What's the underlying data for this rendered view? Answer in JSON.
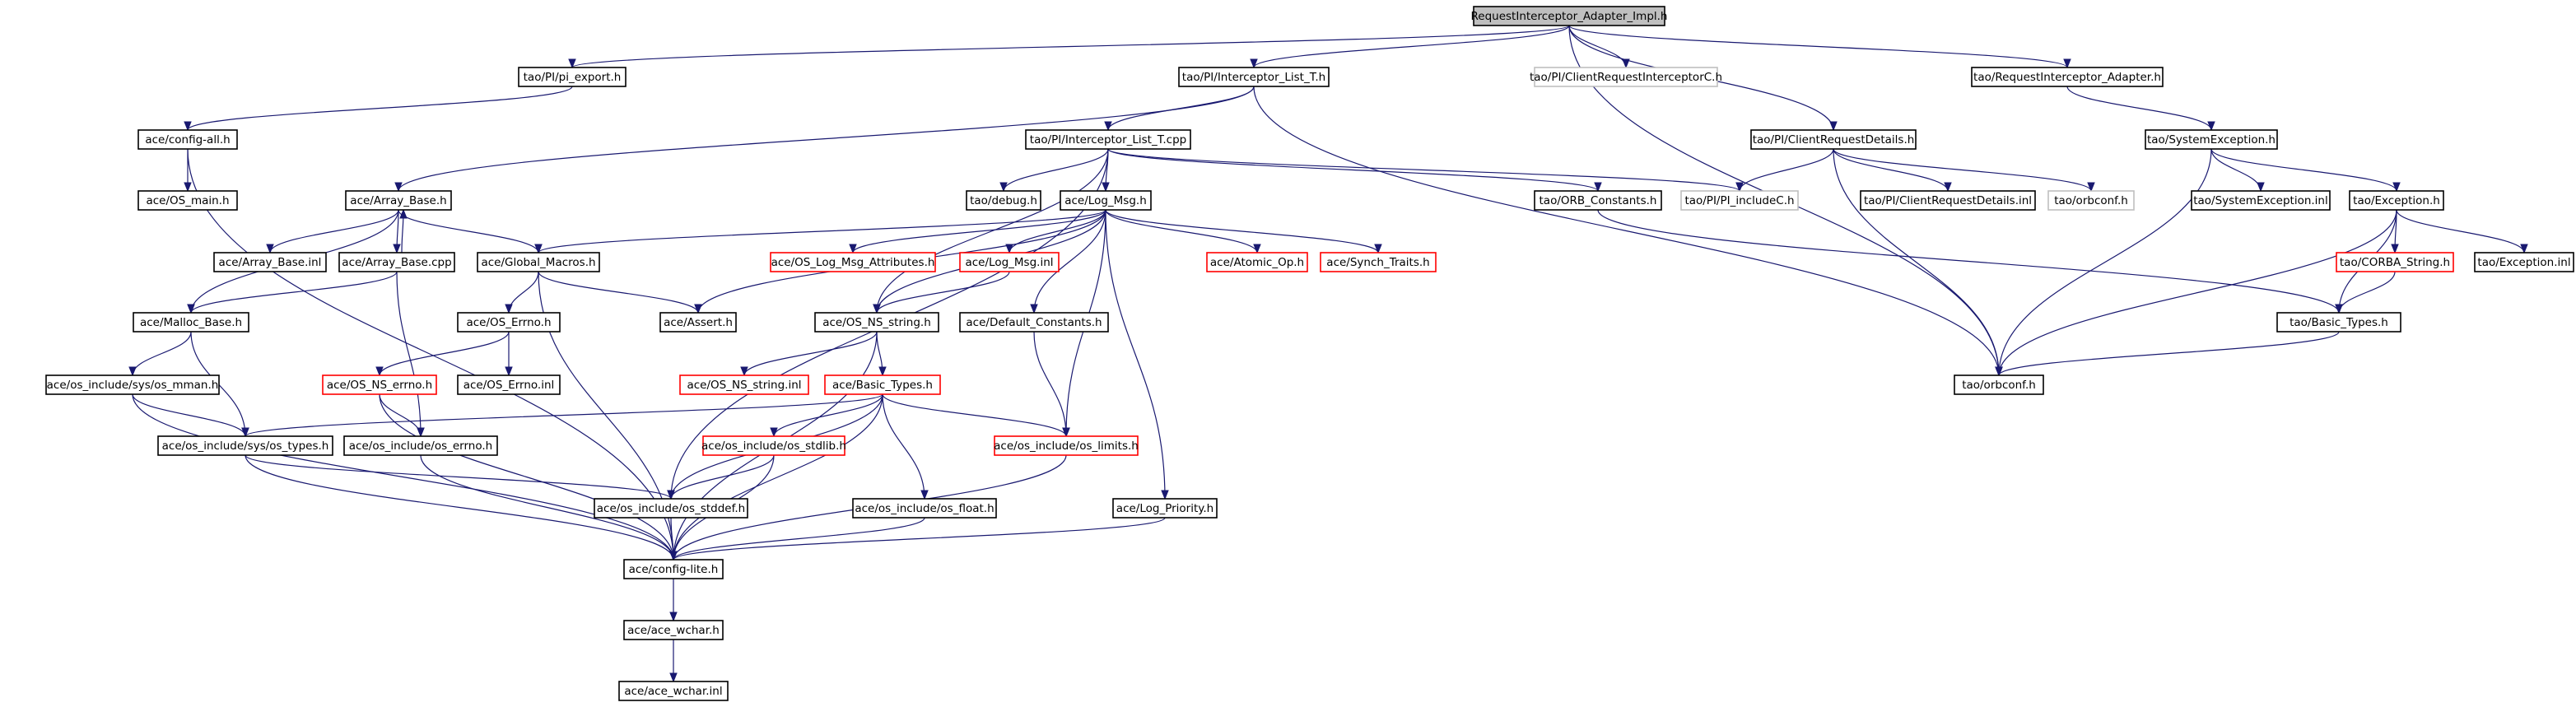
{
  "colors": {
    "edge": "#191970",
    "root_fill": "#bfbfbf",
    "normal_border": "#000000",
    "red_border": "#ff0000",
    "gray_border": "#bfbfbf",
    "background": "#ffffff"
  },
  "graph": {
    "nodes": [
      {
        "id": "root",
        "label": "RequestInterceptor_Adapter_Impl.h",
        "style": "root"
      },
      {
        "id": "pi_export",
        "label": "tao/PI/pi_export.h",
        "style": "normal"
      },
      {
        "id": "interceptor_list_h",
        "label": "tao/PI/Interceptor_List_T.h",
        "style": "normal"
      },
      {
        "id": "client_ri_c",
        "label": "tao/PI/ClientRequestInterceptorC.h",
        "style": "gray"
      },
      {
        "id": "ri_adapter",
        "label": "tao/RequestInterceptor_Adapter.h",
        "style": "normal"
      },
      {
        "id": "config_all",
        "label": "ace/config-all.h",
        "style": "normal"
      },
      {
        "id": "interceptor_list_cpp",
        "label": "tao/PI/Interceptor_List_T.cpp",
        "style": "normal"
      },
      {
        "id": "client_rd_h",
        "label": "tao/PI/ClientRequestDetails.h",
        "style": "normal"
      },
      {
        "id": "system_exception_h",
        "label": "tao/SystemException.h",
        "style": "normal"
      },
      {
        "id": "os_main",
        "label": "ace/OS_main.h",
        "style": "normal"
      },
      {
        "id": "array_base_h",
        "label": "ace/Array_Base.h",
        "style": "normal"
      },
      {
        "id": "debug_h",
        "label": "tao/debug.h",
        "style": "normal"
      },
      {
        "id": "log_msg_h",
        "label": "ace/Log_Msg.h",
        "style": "normal"
      },
      {
        "id": "orb_constants",
        "label": "tao/ORB_Constants.h",
        "style": "normal"
      },
      {
        "id": "pi_includec",
        "label": "tao/PI/PI_includeC.h",
        "style": "gray"
      },
      {
        "id": "client_rd_inl",
        "label": "tao/PI/ClientRequestDetails.inl",
        "style": "normal"
      },
      {
        "id": "orbconf_gray",
        "label": "tao/orbconf.h",
        "style": "gray"
      },
      {
        "id": "system_exception_inl",
        "label": "tao/SystemException.inl",
        "style": "normal"
      },
      {
        "id": "exception_h",
        "label": "tao/Exception.h",
        "style": "normal"
      },
      {
        "id": "array_base_inl",
        "label": "ace/Array_Base.inl",
        "style": "normal"
      },
      {
        "id": "array_base_cpp",
        "label": "ace/Array_Base.cpp",
        "style": "normal"
      },
      {
        "id": "global_macros",
        "label": "ace/Global_Macros.h",
        "style": "normal"
      },
      {
        "id": "os_log_msg_attr",
        "label": "ace/OS_Log_Msg_Attributes.h",
        "style": "red"
      },
      {
        "id": "log_msg_inl",
        "label": "ace/Log_Msg.inl",
        "style": "red"
      },
      {
        "id": "atomic_op",
        "label": "ace/Atomic_Op.h",
        "style": "red"
      },
      {
        "id": "synch_traits",
        "label": "ace/Synch_Traits.h",
        "style": "red"
      },
      {
        "id": "corba_string",
        "label": "tao/CORBA_String.h",
        "style": "red"
      },
      {
        "id": "exception_inl",
        "label": "tao/Exception.inl",
        "style": "normal"
      },
      {
        "id": "malloc_base",
        "label": "ace/Malloc_Base.h",
        "style": "normal"
      },
      {
        "id": "os_errno_h",
        "label": "ace/OS_Errno.h",
        "style": "normal"
      },
      {
        "id": "assert_h",
        "label": "ace/Assert.h",
        "style": "normal"
      },
      {
        "id": "os_ns_string_h",
        "label": "ace/OS_NS_string.h",
        "style": "normal"
      },
      {
        "id": "default_constants",
        "label": "ace/Default_Constants.h",
        "style": "normal"
      },
      {
        "id": "tao_basic_types",
        "label": "tao/Basic_Types.h",
        "style": "normal"
      },
      {
        "id": "sys_os_mman",
        "label": "ace/os_include/sys/os_mman.h",
        "style": "normal"
      },
      {
        "id": "os_ns_errno",
        "label": "ace/OS_NS_errno.h",
        "style": "red"
      },
      {
        "id": "os_errno_inl",
        "label": "ace/OS_Errno.inl",
        "style": "normal"
      },
      {
        "id": "os_ns_string_inl",
        "label": "ace/OS_NS_string.inl",
        "style": "red"
      },
      {
        "id": "ace_basic_types",
        "label": "ace/Basic_Types.h",
        "style": "red"
      },
      {
        "id": "orbconf",
        "label": "tao/orbconf.h",
        "style": "normal"
      },
      {
        "id": "sys_os_types",
        "label": "ace/os_include/sys/os_types.h",
        "style": "normal"
      },
      {
        "id": "os_include_errno",
        "label": "ace/os_include/os_errno.h",
        "style": "normal"
      },
      {
        "id": "os_stdlib",
        "label": "ace/os_include/os_stdlib.h",
        "style": "red"
      },
      {
        "id": "os_limits",
        "label": "ace/os_include/os_limits.h",
        "style": "red"
      },
      {
        "id": "os_stddef",
        "label": "ace/os_include/os_stddef.h",
        "style": "normal"
      },
      {
        "id": "os_float",
        "label": "ace/os_include/os_float.h",
        "style": "normal"
      },
      {
        "id": "log_priority",
        "label": "ace/Log_Priority.h",
        "style": "normal"
      },
      {
        "id": "config_lite",
        "label": "ace/config-lite.h",
        "style": "normal"
      },
      {
        "id": "ace_wchar_h",
        "label": "ace/ace_wchar.h",
        "style": "normal"
      },
      {
        "id": "ace_wchar_inl",
        "label": "ace/ace_wchar.inl",
        "style": "normal"
      }
    ],
    "edges": [
      [
        "root",
        "pi_export"
      ],
      [
        "root",
        "interceptor_list_h"
      ],
      [
        "root",
        "client_ri_c"
      ],
      [
        "root",
        "client_rd_h"
      ],
      [
        "root",
        "ri_adapter"
      ],
      [
        "root",
        "orbconf"
      ],
      [
        "pi_export",
        "config_all"
      ],
      [
        "config_all",
        "os_main"
      ],
      [
        "config_all",
        "config_lite"
      ],
      [
        "interceptor_list_h",
        "interceptor_list_cpp"
      ],
      [
        "interceptor_list_h",
        "array_base_h"
      ],
      [
        "interceptor_list_h",
        "orbconf"
      ],
      [
        "interceptor_list_cpp",
        "debug_h"
      ],
      [
        "interceptor_list_cpp",
        "log_msg_h"
      ],
      [
        "interceptor_list_cpp",
        "orb_constants"
      ],
      [
        "interceptor_list_cpp",
        "pi_includec"
      ],
      [
        "interceptor_list_cpp",
        "os_ns_string_h"
      ],
      [
        "interceptor_list_cpp",
        "os_stddef"
      ],
      [
        "client_rd_h",
        "pi_includec"
      ],
      [
        "client_rd_h",
        "client_rd_inl"
      ],
      [
        "client_rd_h",
        "orbconf_gray"
      ],
      [
        "client_rd_h",
        "orbconf"
      ],
      [
        "ri_adapter",
        "system_exception_h"
      ],
      [
        "system_exception_h",
        "system_exception_inl"
      ],
      [
        "system_exception_h",
        "exception_h"
      ],
      [
        "system_exception_h",
        "orbconf"
      ],
      [
        "exception_h",
        "corba_string"
      ],
      [
        "exception_h",
        "exception_inl"
      ],
      [
        "exception_h",
        "tao_basic_types"
      ],
      [
        "exception_h",
        "orbconf"
      ],
      [
        "corba_string",
        "tao_basic_types"
      ],
      [
        "orb_constants",
        "tao_basic_types"
      ],
      [
        "tao_basic_types",
        "orbconf"
      ],
      [
        "array_base_h",
        "array_base_inl"
      ],
      [
        "array_base_h",
        "array_base_cpp"
      ],
      [
        "array_base_h",
        "global_macros"
      ],
      [
        "array_base_h",
        "malloc_base"
      ],
      [
        "array_base_cpp",
        "array_base_h"
      ],
      [
        "array_base_cpp",
        "malloc_base"
      ],
      [
        "array_base_cpp",
        "os_include_errno"
      ],
      [
        "log_msg_h",
        "global_macros"
      ],
      [
        "log_msg_h",
        "os_log_msg_attr"
      ],
      [
        "log_msg_h",
        "log_msg_inl"
      ],
      [
        "log_msg_h",
        "atomic_op"
      ],
      [
        "log_msg_h",
        "synch_traits"
      ],
      [
        "log_msg_h",
        "default_constants"
      ],
      [
        "log_msg_h",
        "assert_h"
      ],
      [
        "log_msg_h",
        "os_ns_string_h"
      ],
      [
        "log_msg_h",
        "os_limits"
      ],
      [
        "log_msg_h",
        "log_priority"
      ],
      [
        "log_msg_inl",
        "os_ns_string_h"
      ],
      [
        "global_macros",
        "os_errno_h"
      ],
      [
        "global_macros",
        "assert_h"
      ],
      [
        "global_macros",
        "config_lite"
      ],
      [
        "os_errno_h",
        "os_ns_errno"
      ],
      [
        "os_errno_h",
        "os_errno_inl"
      ],
      [
        "os_ns_errno",
        "os_include_errno"
      ],
      [
        "os_ns_errno",
        "config_lite"
      ],
      [
        "malloc_base",
        "sys_os_mman"
      ],
      [
        "malloc_base",
        "sys_os_types"
      ],
      [
        "sys_os_mman",
        "sys_os_types"
      ],
      [
        "sys_os_mman",
        "config_lite"
      ],
      [
        "sys_os_types",
        "os_stddef"
      ],
      [
        "sys_os_types",
        "config_lite"
      ],
      [
        "os_include_errno",
        "config_lite"
      ],
      [
        "os_ns_string_h",
        "os_ns_string_inl"
      ],
      [
        "os_ns_string_h",
        "ace_basic_types"
      ],
      [
        "os_ns_string_h",
        "config_lite"
      ],
      [
        "ace_basic_types",
        "sys_os_types"
      ],
      [
        "ace_basic_types",
        "os_stdlib"
      ],
      [
        "ace_basic_types",
        "os_limits"
      ],
      [
        "ace_basic_types",
        "os_stddef"
      ],
      [
        "ace_basic_types",
        "os_float"
      ],
      [
        "ace_basic_types",
        "config_lite"
      ],
      [
        "os_stdlib",
        "os_stddef"
      ],
      [
        "os_stdlib",
        "config_lite"
      ],
      [
        "default_constants",
        "os_limits"
      ],
      [
        "os_limits",
        "config_lite"
      ],
      [
        "os_stddef",
        "config_lite"
      ],
      [
        "os_float",
        "config_lite"
      ],
      [
        "log_priority",
        "config_lite"
      ],
      [
        "config_lite",
        "ace_wchar_h"
      ],
      [
        "ace_wchar_h",
        "ace_wchar_inl"
      ]
    ]
  }
}
